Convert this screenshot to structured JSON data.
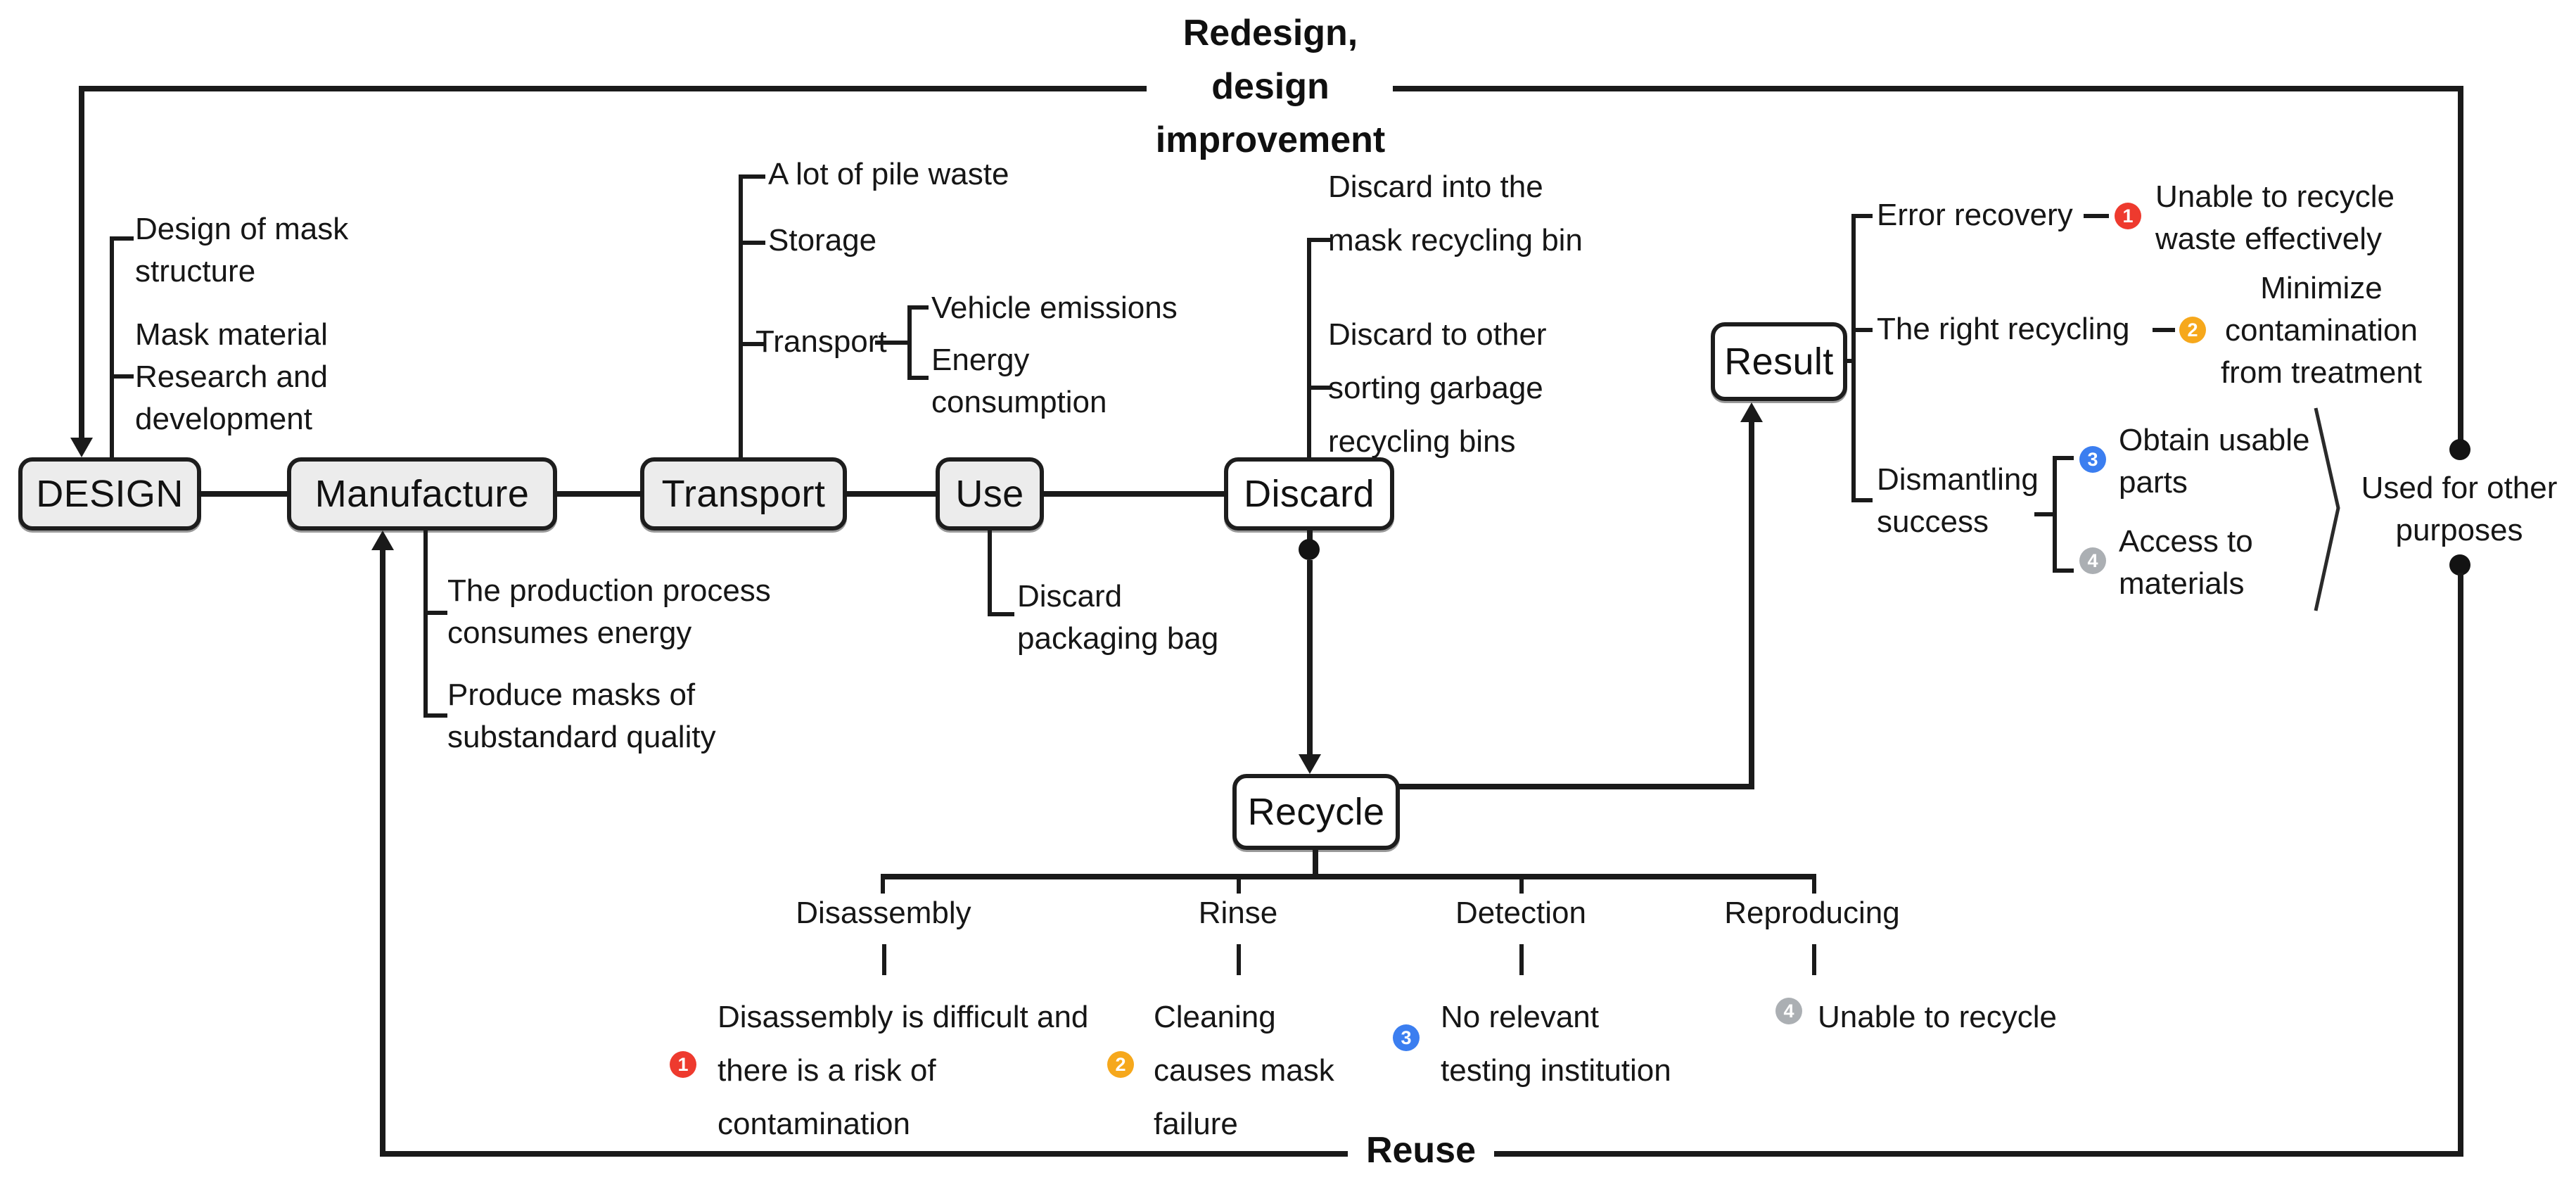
{
  "colors": {
    "badge_red": "#ee3a2e",
    "badge_amber": "#f6a81c",
    "badge_blue": "#3b7ef0",
    "badge_gray": "#abafb3",
    "box_fill": "#ececec",
    "line": "#1a1a1a",
    "background": "#ffffff"
  },
  "top_loop": {
    "label": "Redesign,\ndesign\nimprovement"
  },
  "bottom_loop": {
    "label": "Reuse"
  },
  "stages": {
    "design": {
      "label": "DESIGN",
      "note_structure": "Design of mask\nstructure",
      "note_material": "Mask material\nResearch and\ndevelopment"
    },
    "manufacture": {
      "label": "Manufacture",
      "note_energy": "The production process\nconsumes energy",
      "note_quality": "Produce masks of\nsubstandard quality"
    },
    "transport": {
      "label": "Transport",
      "note_pile": "A lot of pile waste",
      "note_storage": "Storage",
      "note_transport": "Transport",
      "note_vehicle": "Vehicle emissions",
      "note_energy": "Energy\nconsumption"
    },
    "use": {
      "label": "Use",
      "note_bag": "Discard\npackaging bag"
    },
    "discard": {
      "label": "Discard",
      "note_bin": "Discard into the\nmask recycling bin",
      "note_other": "Discard to other\nsorting garbage\nrecycling bins"
    }
  },
  "recycle": {
    "label": "Recycle",
    "branches": [
      {
        "label": "Disassembly",
        "badge": "1",
        "note": "Disassembly is difficult and\nthere is a risk of\ncontamination"
      },
      {
        "label": "Rinse",
        "badge": "2",
        "note": "Cleaning\ncauses mask\nfailure"
      },
      {
        "label": "Detection",
        "badge": "3",
        "note": "No relevant\ntesting institution"
      },
      {
        "label": "Reproducing",
        "badge": "4",
        "note": "Unable to recycle"
      }
    ]
  },
  "result": {
    "label": "Result",
    "items": [
      {
        "label": "Error recovery",
        "badge": "1",
        "note": "Unable to recycle\nwaste effectively"
      },
      {
        "label": "The right recycling",
        "badge": "2",
        "note": "Minimize\ncontamination\nfrom treatment"
      },
      {
        "label": "Dismantling\nsuccess",
        "sub": [
          {
            "badge": "3",
            "note": "Obtain usable\nparts"
          },
          {
            "badge": "4",
            "note": "Access to\nmaterials"
          }
        ]
      }
    ],
    "outcome": "Used for other\npurposes"
  }
}
